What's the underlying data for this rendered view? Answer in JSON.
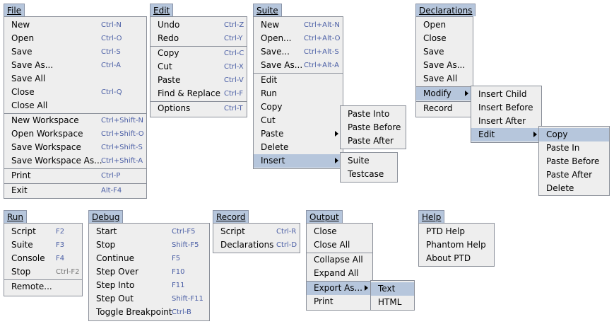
{
  "file": {
    "title": "File",
    "items": [
      {
        "label": "New",
        "sc": "Ctrl-N"
      },
      {
        "label": "Open",
        "sc": "Ctrl-O"
      },
      {
        "label": "Save",
        "sc": "Ctrl-S"
      },
      {
        "label": "Save As...",
        "sc": "Ctrl-A"
      },
      {
        "label": "Save All",
        "sc": ""
      },
      {
        "label": "Close",
        "sc": "Ctrl-Q"
      },
      {
        "label": "Close All",
        "sc": ""
      },
      {
        "label": "New Workspace",
        "sc": "Ctrl+Shift-N"
      },
      {
        "label": "Open Workspace",
        "sc": "Ctrl+Shift-O"
      },
      {
        "label": "Save Workspace",
        "sc": "Ctrl+Shift-S"
      },
      {
        "label": "Save Workspace As...",
        "sc": "Ctrl+Shift-A"
      },
      {
        "label": "Print",
        "sc": "Ctrl-P"
      },
      {
        "label": "Exit",
        "sc": "Alt-F4"
      }
    ]
  },
  "edit": {
    "title": "Edit",
    "items": [
      {
        "label": "Undo",
        "sc": "Ctrl-Z"
      },
      {
        "label": "Redo",
        "sc": "Ctrl-Y"
      },
      {
        "label": "Copy",
        "sc": "Ctrl-C"
      },
      {
        "label": "Cut",
        "sc": "Ctrl-X"
      },
      {
        "label": "Paste",
        "sc": "Ctrl-V"
      },
      {
        "label": "Find & Replace",
        "sc": "Ctrl-F"
      },
      {
        "label": "Options",
        "sc": "Ctrl-T"
      }
    ]
  },
  "suite": {
    "title": "Suite",
    "items": [
      {
        "label": "New",
        "sc": "Ctrl+Alt-N"
      },
      {
        "label": "Open...",
        "sc": "Ctrl+Alt-O"
      },
      {
        "label": "Save...",
        "sc": "Ctrl+Alt-S"
      },
      {
        "label": "Save As...",
        "sc": "Ctrl+Alt-A"
      },
      {
        "label": "Edit",
        "sc": ""
      },
      {
        "label": "Run",
        "sc": ""
      },
      {
        "label": "Copy",
        "sc": ""
      },
      {
        "label": "Cut",
        "sc": ""
      },
      {
        "label": "Paste",
        "sc": ""
      },
      {
        "label": "Delete",
        "sc": ""
      },
      {
        "label": "Insert",
        "sc": ""
      }
    ],
    "paste_sub": [
      "Paste Into",
      "Paste Before",
      "Paste After"
    ],
    "insert_sub": [
      "Suite",
      "Testcase"
    ]
  },
  "declarations": {
    "title": "Declarations",
    "items": [
      "Open",
      "Close",
      "Save",
      "Save As...",
      "Save All",
      "Modify",
      "Record"
    ],
    "modify_sub": [
      "Insert Child",
      "Insert Before",
      "Insert After",
      "Edit"
    ],
    "edit_sub": [
      "Copy",
      "Paste In",
      "Paste Before",
      "Paste After",
      "Delete"
    ]
  },
  "run": {
    "title": "Run",
    "items": [
      {
        "label": "Script",
        "sc": "F2"
      },
      {
        "label": "Suite",
        "sc": "F3"
      },
      {
        "label": "Console",
        "sc": "F4"
      },
      {
        "label": "Stop",
        "sc": "Ctrl-F2"
      },
      {
        "label": "Remote...",
        "sc": ""
      }
    ]
  },
  "debug": {
    "title": "Debug",
    "items": [
      {
        "label": "Start",
        "sc": "Ctrl-F5"
      },
      {
        "label": "Stop",
        "sc": "Shift-F5"
      },
      {
        "label": "Continue",
        "sc": "F5"
      },
      {
        "label": "Step Over",
        "sc": "F10"
      },
      {
        "label": "Step Into",
        "sc": "F11"
      },
      {
        "label": "Step Out",
        "sc": "Shift-F11"
      },
      {
        "label": "Toggle Breakpoint",
        "sc": "Ctrl-B"
      }
    ]
  },
  "record": {
    "title": "Record",
    "items": [
      {
        "label": "Script",
        "sc": "Ctrl-R"
      },
      {
        "label": "Declarations",
        "sc": "Ctrl-D"
      }
    ]
  },
  "output": {
    "title": "Output",
    "items": [
      "Close",
      "Close All",
      "Collapse All",
      "Expand All",
      "Export As...",
      "Print"
    ],
    "export_sub": [
      "Text",
      "HTML"
    ]
  },
  "help": {
    "title": "Help",
    "items": [
      "PTD Help",
      "Phantom Help",
      "About PTD"
    ]
  }
}
